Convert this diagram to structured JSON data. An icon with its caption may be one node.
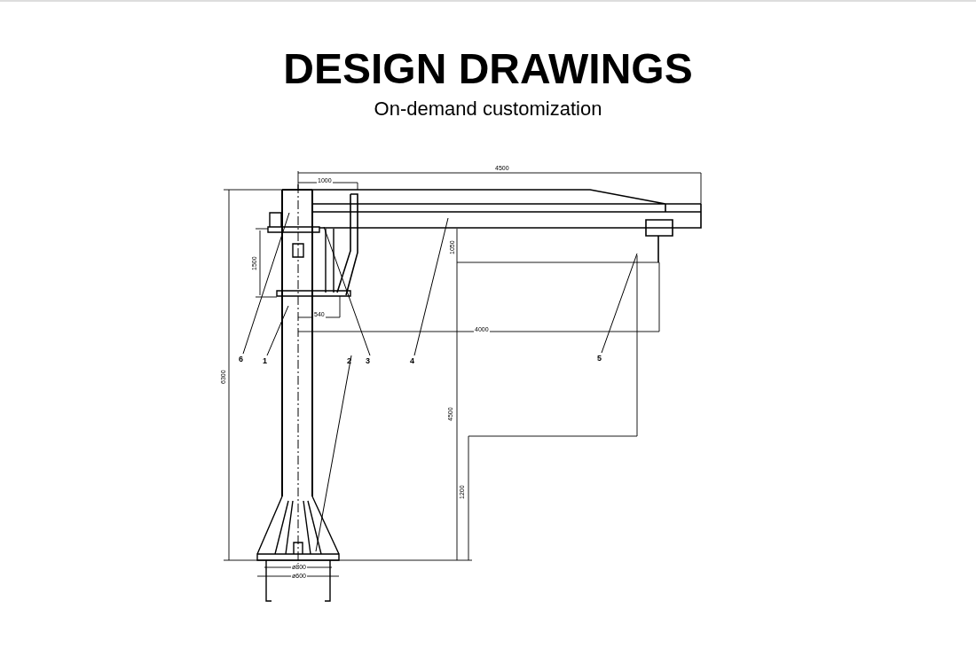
{
  "diagram": {
    "title": "DESIGN DRAWINGS",
    "caption": "On-demand customization",
    "nodes": [
      {
        "text": [
          "6"
        ]
      },
      {
        "text": [
          "1"
        ]
      },
      {
        "text": [
          "2"
        ]
      },
      {
        "text": [
          "3"
        ]
      },
      {
        "text": [
          "4"
        ]
      },
      {
        "text": [
          "5"
        ]
      }
    ],
    "edges": [
      {
        "from": 0,
        "to": null,
        "arrow": "none"
      },
      {
        "from": 1,
        "to": null,
        "arrow": "none"
      },
      {
        "from": 2,
        "to": null,
        "arrow": "none"
      },
      {
        "from": 3,
        "to": null,
        "arrow": "none"
      },
      {
        "from": 4,
        "to": null,
        "arrow": "none"
      },
      {
        "from": 5,
        "to": null,
        "arrow": "none"
      }
    ],
    "labels": [
      "4500",
      "1000",
      "1500",
      "1050",
      "540",
      "4000",
      "6300",
      "4500",
      "1200",
      "ø800",
      "ø600"
    ]
  }
}
